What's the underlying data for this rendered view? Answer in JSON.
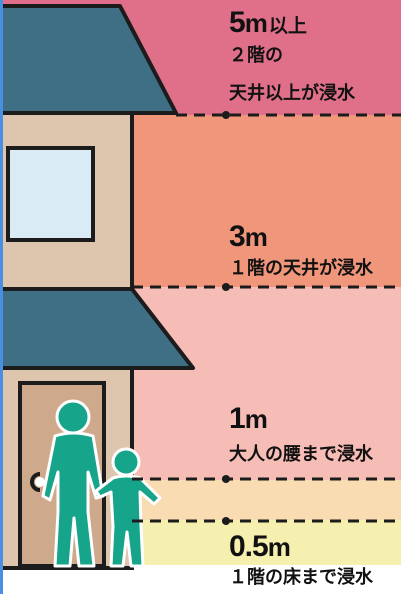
{
  "levels": {
    "five": {
      "value": "5",
      "unit": "m",
      "suffix": "以上",
      "line1": "２階の",
      "line2": "天井以上が浸水"
    },
    "three": {
      "value": "3",
      "unit": "m",
      "line1": "１階の天井が浸水"
    },
    "one": {
      "value": "1",
      "unit": "m",
      "line1": "大人の腰まで浸水"
    },
    "half": {
      "value": "0.5",
      "unit": "m",
      "line1": "１階の床まで浸水"
    }
  },
  "colors": {
    "band_5m": "#e0708a",
    "band_3m": "#f0967a",
    "band_1m": "#f6bcb6",
    "band_05m": "#f9dcb2",
    "band_floor": "#f6f0b0",
    "roof": "#3f6f84",
    "wall": "#ddc5ae",
    "window": "#d9ecf6",
    "door": "#cfa98b",
    "outline": "#1c1c1c",
    "people": "#16a58a",
    "left_border": "#4a90e2"
  },
  "icons": [
    "house-icon",
    "adult-figure-icon",
    "child-figure-icon"
  ]
}
